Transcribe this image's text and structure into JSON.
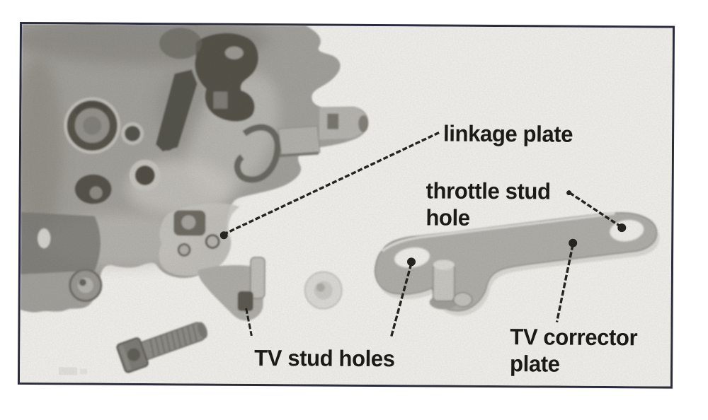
{
  "figure": {
    "description": "Black-and-white photo diagram of a carburetor throttle linkage showing the linkage plate, TV corrector plate, throttle stud hole and TV stud holes, with a mounting bolt and washer",
    "page_background": "#ffffff",
    "photo_paper_color": "#f2f1ed",
    "frame_border_color": "#2a2c3e",
    "label_color": "#1b1a17",
    "leader_line_color": "#26251f",
    "labels": [
      {
        "id": "linkage-plate",
        "text": "linkage plate"
      },
      {
        "id": "throttle-stud-hole",
        "text": "throttle stud\nhole"
      },
      {
        "id": "tv-stud-holes",
        "text": "TV stud holes"
      },
      {
        "id": "tv-corrector-plate",
        "text": "TV corrector\nplate"
      }
    ]
  }
}
